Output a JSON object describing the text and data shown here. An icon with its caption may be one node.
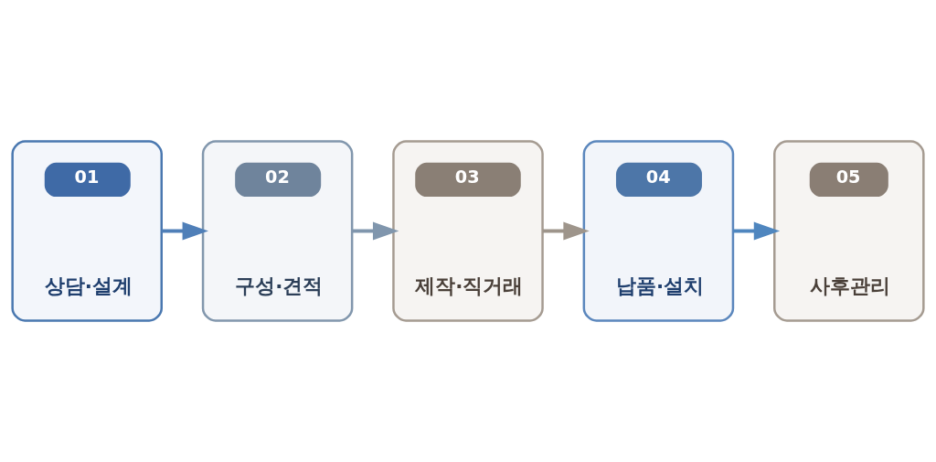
{
  "diagram": {
    "nodes": [
      {
        "text": [
          "01",
          "상담·설계"
        ]
      },
      {
        "text": [
          "02",
          "구성·견적"
        ]
      },
      {
        "text": [
          "03",
          "제작·직거래"
        ]
      },
      {
        "text": [
          "04",
          "납품·설치"
        ]
      },
      {
        "text": [
          "05",
          "사후관리"
        ]
      }
    ],
    "edges": [
      {
        "from": 0,
        "to": 1,
        "arrow": "to",
        "color": "#4f7fb8"
      },
      {
        "from": 1,
        "to": 2,
        "arrow": "to",
        "color": "#8096ad"
      },
      {
        "from": 2,
        "to": 3,
        "arrow": "to",
        "color": "#9e958b"
      },
      {
        "from": 3,
        "to": 4,
        "arrow": "to",
        "color": "#4f86bf"
      }
    ]
  }
}
